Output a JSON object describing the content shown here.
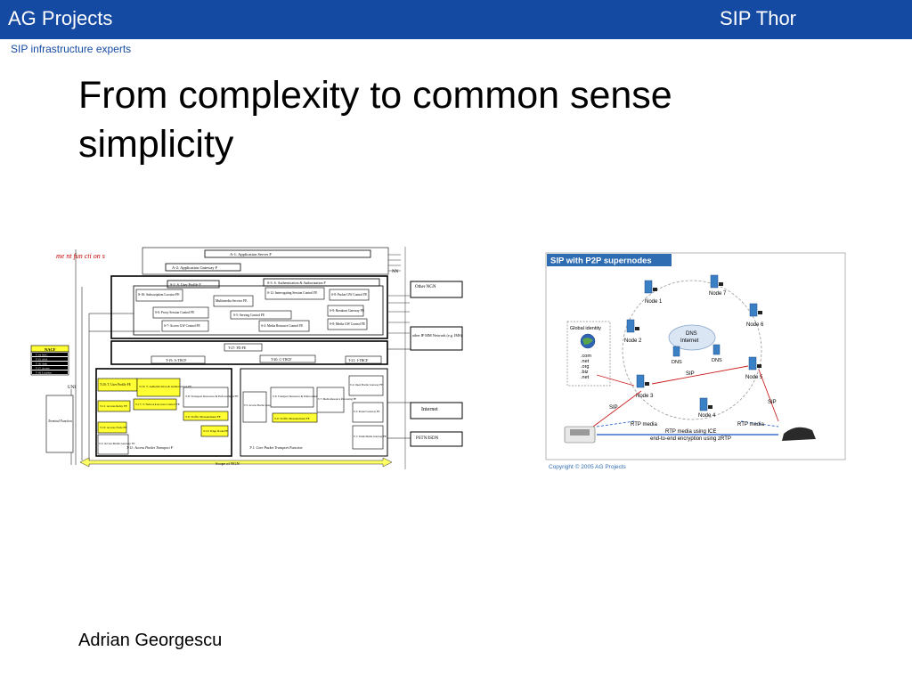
{
  "header": {
    "brand": "AG Projects",
    "product": "SIP Thor"
  },
  "tagline": "SIP infrastructure experts",
  "slide": {
    "title": "From complexity to common sense simplicity",
    "author": "Adrian Georgescu"
  },
  "ngn_diagram": {
    "vertical_label": "me nt fun cti on s",
    "app_server": "A-1: Application Server F",
    "app_gateway": "A-2: Application Gateway F",
    "user_profile": "S-2: S. User Profile F",
    "auth": "S-3: S. Authentication & Authorization F",
    "subscription": "S-10: Subscription Locator FE",
    "multimedia": "Multimedia Service FE",
    "interrogating": "S-12: Interrogating Session Control FE",
    "packet_gw": "S-8: Packet GW Control FE",
    "breakout": "S-9: Breakout Gateway FE",
    "serving": "S-5: Serving Control FE",
    "proxy": "S-6: Proxy Session Control FE",
    "access_gw": "S-7: Access GW Control FE",
    "media_resource": "S-4: Media Resource Control FE",
    "media_gw": "S-8: Media GW Control FE",
    "pd_fe": "T-27: PD FE",
    "t_trcf_a": "T-19: A-TRCF",
    "t_trcf_c": "T-20: C-TRCF",
    "t_trcf_i": "T-21: I-TRCF",
    "nacf_header": "NACF",
    "nacf_rows": [
      "T-14: NAC",
      "T-15: AAA",
      "T-16: Auth",
      "T-17: Access",
      "T-18: Location"
    ],
    "terminal": "Terminal Function",
    "transport_profile": "T-20: T. User Profile FE",
    "transport_auth": "T-16: T. Authentication & Authorization FE",
    "transport_resource": "T-8: Transport Resource & Enforcement FE",
    "network_access": "T-17: T. Network Access Control FE",
    "access_relay": "T-11: Access Relay FE",
    "access_node": "T-10: Access Node FE",
    "access_media_gw": "T-2: Access Media Gateway FE",
    "traffic_measure_a": "T-9: Traffic Measurement FE",
    "edge_node": "T-12: Edge Node FE",
    "t_access": "T-11: Access Packet Transport F",
    "access_border": "T-5: Access Border Gateway FE",
    "core_transport": "T-6: Transport Resource & Enforcement FE",
    "media_processing": "T-7: Media Resource Processing FE",
    "open_gateway": "T-4: Open Border Gateway FE",
    "packet_gateway": "T-3: Packet Gateway FE",
    "trunk_gateway": "T-1: Trunk Media Gateway FE",
    "traffic_measure_c": "T-9: Traffic Measurement FE",
    "t_core": "T-1: Core Packet Transport Function",
    "other_ngn": "Other NGN",
    "other_ipmm": "other IP MM Network (e.g. IMS)",
    "internet": "Internet",
    "pstn": "PSTN/ISDN",
    "nn": "NN",
    "uni": "UNI",
    "scope": "Scope of NGN"
  },
  "p2p_diagram": {
    "title": "SIP with P2P supernodes",
    "nodes": [
      "Node 1",
      "Node 2",
      "Node 3",
      "Node 4",
      "Node 5",
      "Node 6",
      "Node 7"
    ],
    "dns": "DNS",
    "internet": "Internet",
    "global_identity": "Global identity",
    "tlds": [
      ".com",
      ".net",
      ".org",
      ".biz",
      ".net"
    ],
    "sip": "SIP",
    "rtp_media": "RTP media",
    "rtp_ice": "RTP media using ICE",
    "e2e": "end-to-end encryption using zRTP",
    "copyright": "Copyright © 2005 AG Projects"
  },
  "colors": {
    "header_bg": "#154aa3",
    "tagline": "#154aa3",
    "highlight": "#ffff33",
    "scope_arrow": "#ffff66",
    "p2p_title_bg": "#2f6db3"
  }
}
